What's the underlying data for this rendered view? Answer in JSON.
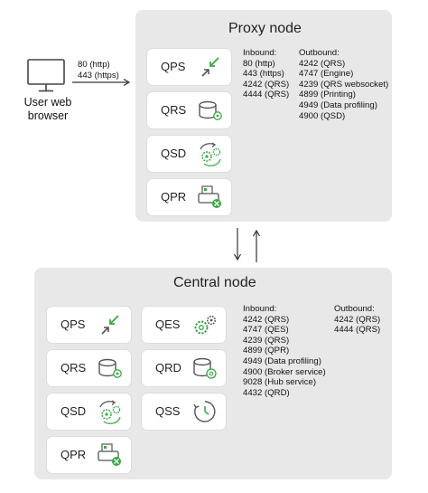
{
  "client": {
    "label_line1": "User web",
    "label_line2": "browser",
    "conn_line1": "80 (http)",
    "conn_line2": "443 (https)"
  },
  "proxy": {
    "title": "Proxy node",
    "services": [
      "QPS",
      "QRS",
      "QSD",
      "QPR"
    ],
    "inbound_header": "Inbound:",
    "inbound": [
      "80 (http)",
      "443 (https)",
      "4242 (QRS)",
      "4444 (QRS)"
    ],
    "outbound_header": "Outbound:",
    "outbound": [
      "4242 (QRS)",
      "4747 (Engine)",
      "4239 (QRS websocket)",
      "4899 (Printing)",
      "4949 (Data profiling)",
      "4900 (QSD)"
    ]
  },
  "central": {
    "title": "Central node",
    "services_left": [
      "QPS",
      "QRS",
      "QSD",
      "QPR"
    ],
    "services_right": [
      "QES",
      "QRD",
      "QSS"
    ],
    "inbound_header": "Inbound:",
    "inbound": [
      "4242 (QRS)",
      "4747 (QES)",
      "4239 (QRS)",
      "4899 (QPR)",
      "4949 (Data profiling)",
      "4900 (Broker service)",
      "9028 (Hub service)",
      "4432 (QRD)"
    ],
    "outbound_header": "Outbound:",
    "outbound": [
      "4242 (QRS)",
      "4444 (QRS)"
    ]
  },
  "colors": {
    "accent": "#3aa845",
    "panel": "#e8e8e8",
    "icon_gray": "#555555"
  },
  "icons": {
    "QPS": "proxy-arrows-icon",
    "QRS": "repository-database-icon",
    "QSD": "scheduler-gears-icon",
    "QPR": "printing-icon",
    "QES": "engine-gears-icon",
    "QRD": "reload-database-icon",
    "QSS": "clock-icon"
  }
}
